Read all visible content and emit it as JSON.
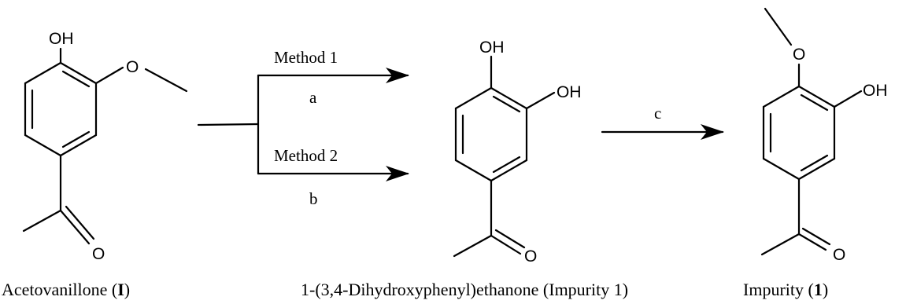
{
  "compounds": {
    "acetovanillone": {
      "label_prefix": "Acetovanillone (",
      "label_bold": "I",
      "label_suffix": ")",
      "atoms": {
        "hydroxyl": "OH",
        "methoxy_o": "O",
        "carbonyl": "O"
      }
    },
    "dihydroxy": {
      "label": "1-(3,4-Dihydroxyphenyl)ethanone (Impurity 1)",
      "atoms": {
        "hydroxyl_top": "OH",
        "hydroxyl_right": "OH",
        "carbonyl": "O"
      }
    },
    "impurity1": {
      "label_prefix": "Impurity (",
      "label_bold": "1",
      "label_suffix": ")",
      "atoms": {
        "methoxy_o": "O",
        "hydroxyl": "OH",
        "carbonyl": "O"
      }
    }
  },
  "reactions": {
    "method1": {
      "label": "Method 1",
      "reagent": "a"
    },
    "method2": {
      "label": "Method 2",
      "reagent": "b"
    },
    "step3": {
      "reagent": "c"
    }
  }
}
